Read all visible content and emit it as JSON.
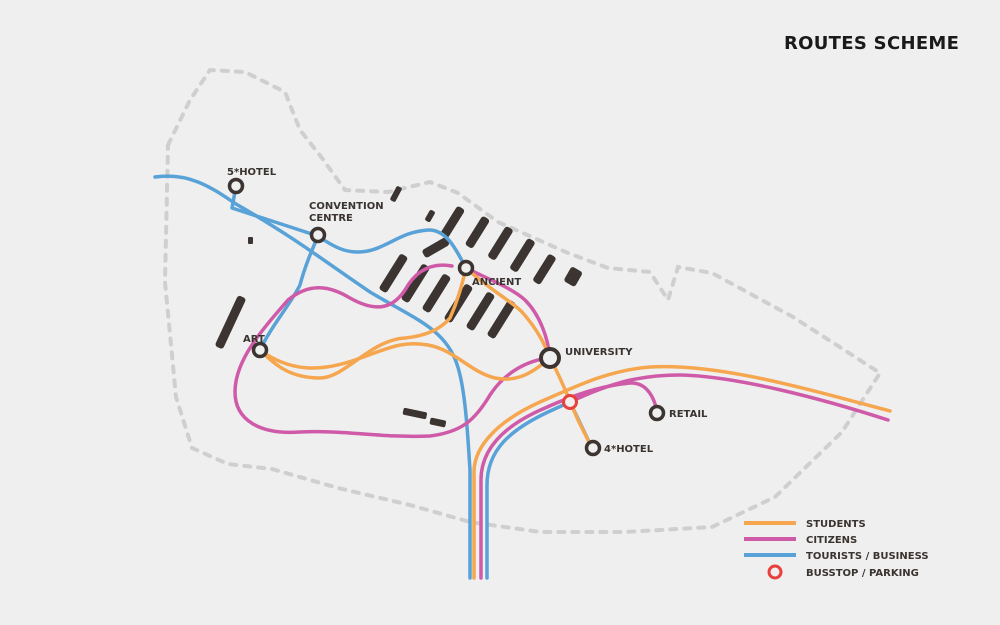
{
  "title": "ROUTES SCHEME",
  "colors": {
    "background": "#efefef",
    "boundary": "#cfcfcf",
    "buildings": "#3b3431",
    "students": "#f5a64f",
    "citizens": "#cf5aa8",
    "tourists": "#58a2d8",
    "busstop": "#e8413c"
  },
  "labels": {
    "hotel5": "5*HOTEL",
    "convention_line1": "CONVENTION",
    "convention_line2": "CENTRE",
    "ancient": "ANCIENT",
    "art": "ART",
    "university": "UNIVERSITY",
    "retail": "RETAIL",
    "hotel4": "4*HOTEL"
  },
  "legend": {
    "students": "STUDENTS",
    "citizens": "CITIZENS",
    "tourists": "TOURISTS / BUSINESS",
    "busstop": "BUSSTOP / PARKING"
  }
}
